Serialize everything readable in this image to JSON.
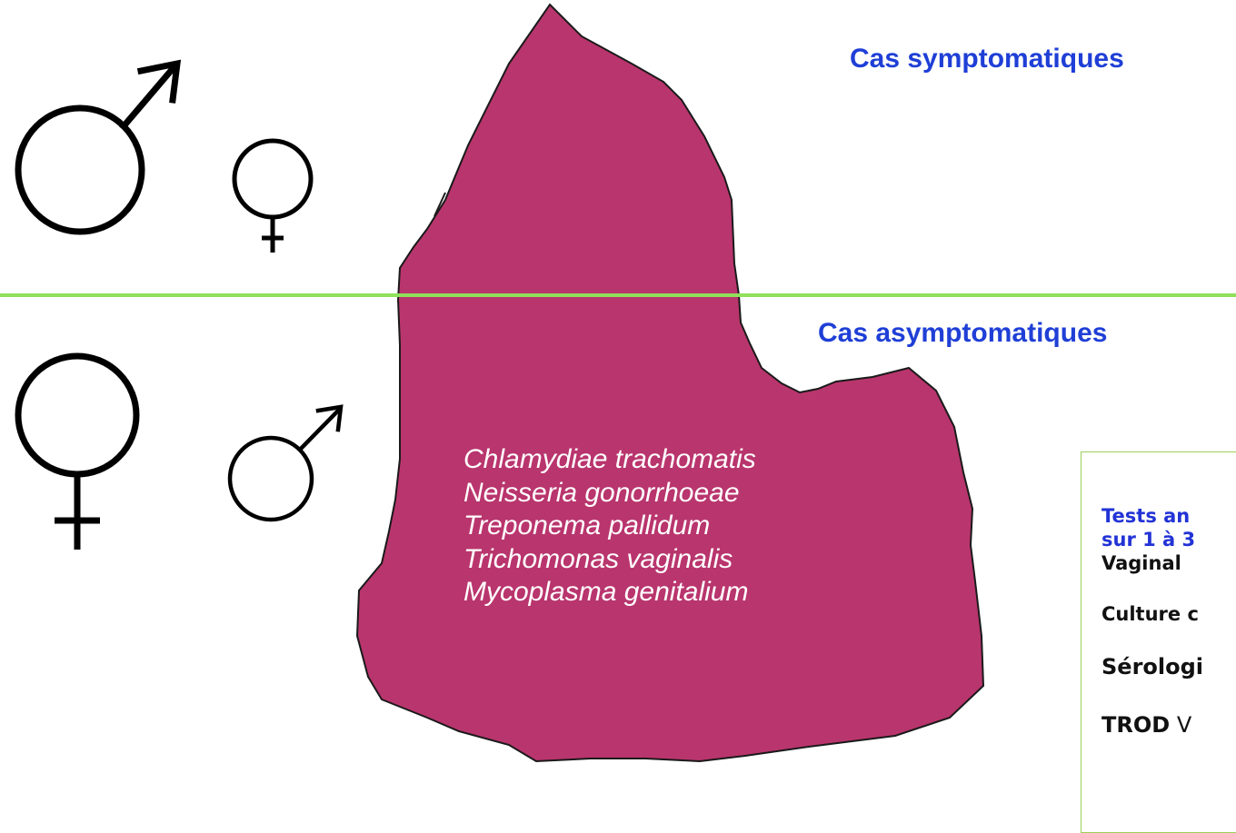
{
  "headings": {
    "symptomatic": "Cas symptomatiques",
    "asymptomatic": "Cas asymptomatiques"
  },
  "species": [
    "Chlamydiae trachomatis",
    "Neisseria gonorrhoeae",
    "Treponema pallidum",
    "Trichomonas vaginalis",
    "Mycoplasma genitalium"
  ],
  "info_box": {
    "line1": "Tests an",
    "line2": "sur 1 à 3",
    "line3": "Vaginal",
    "line4": "Culture c",
    "line5": "Sérologi",
    "line6_bold": "TROD",
    "line6_rest": " V"
  },
  "colors": {
    "iceberg": "#b9356d",
    "waterline": "#8fe05a",
    "heading": "#1f3fd6",
    "box_border": "#9bcf5a"
  },
  "icons": [
    "male-symbol-icon",
    "female-symbol-icon"
  ]
}
